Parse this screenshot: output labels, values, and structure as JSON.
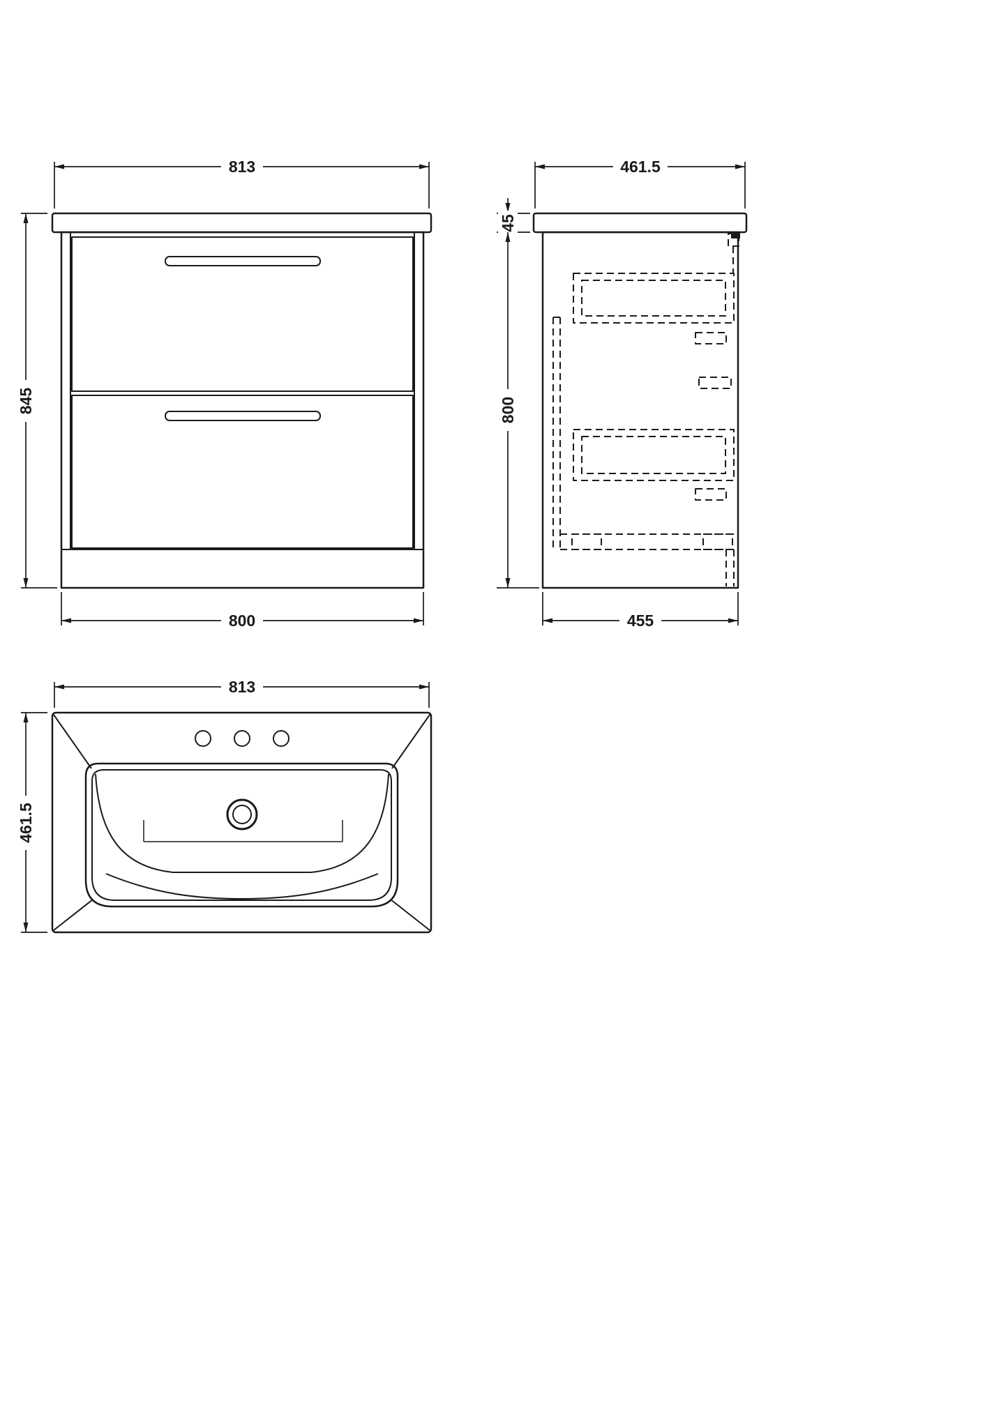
{
  "colors": {
    "line": "#1a1a1a",
    "background": "#ffffff"
  },
  "front_view": {
    "width_top": "813",
    "height": "845",
    "width_bottom": "800"
  },
  "side_view": {
    "depth_top": "461.5",
    "counter_thickness": "45",
    "height": "800",
    "depth_bottom": "455"
  },
  "basin_view": {
    "width": "813",
    "depth": "461.5"
  }
}
